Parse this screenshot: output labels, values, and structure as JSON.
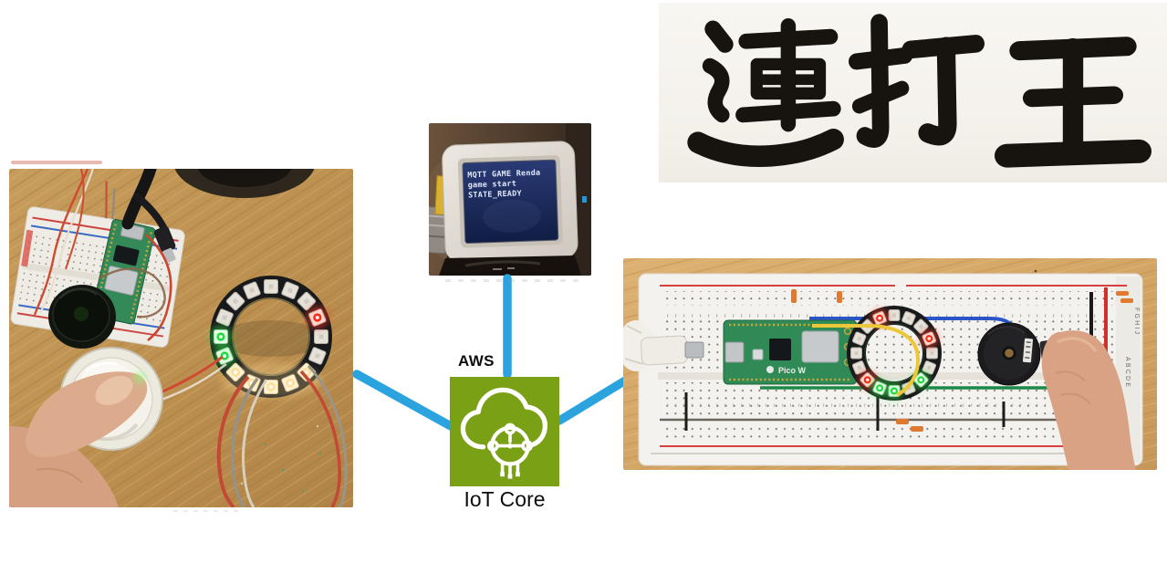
{
  "connectors": {
    "color": "#2BA3DF"
  },
  "aws_node": {
    "provider_label": "AWS",
    "service_label": "IoT Core",
    "icon_name": "aws-iot-core-icon",
    "icon_color": "#7AA116"
  },
  "display_device": {
    "screen_lines": {
      "line1": "MQTT GAME Renda",
      "line2": "game start",
      "line3": "STATE_READY"
    }
  },
  "calligraphy": {
    "text": "連打王"
  },
  "left_photo": {
    "led_ring": {
      "lit_green": 2,
      "lit_warm_white": 5,
      "lit_red": 1
    }
  },
  "right_photo": {
    "board_label": "Pico W",
    "column_letters_top": "FGHIJ",
    "column_letters_bottom": "ABCDE",
    "led_ring": {
      "lit_green": 3,
      "lit_red": 3
    }
  }
}
